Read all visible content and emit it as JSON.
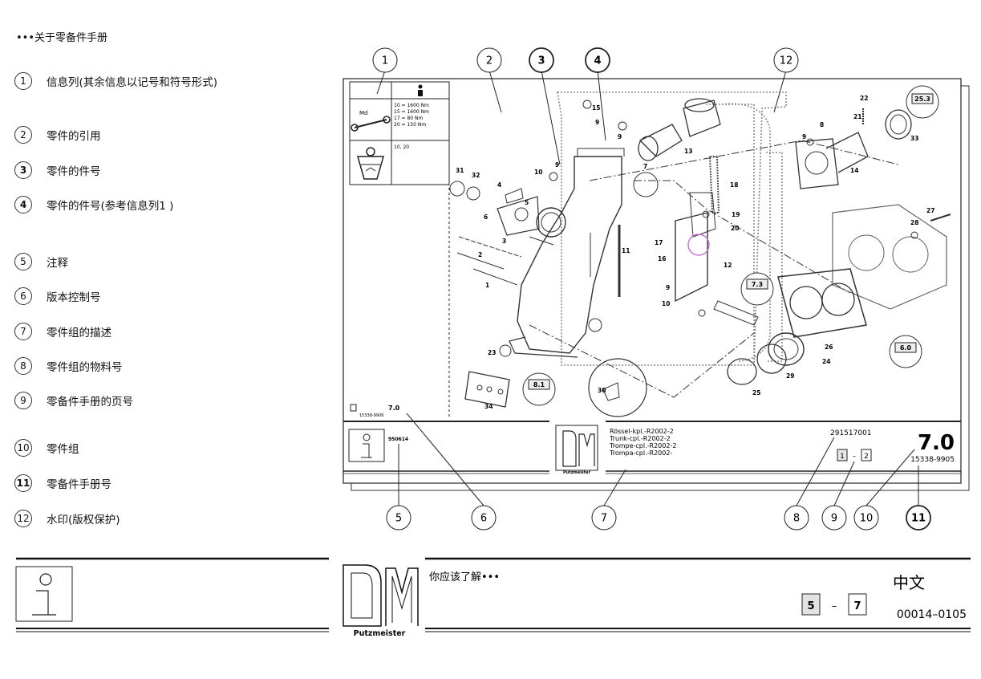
{
  "heading": "•••关于零备件手册",
  "legend": [
    {
      "num": "1",
      "text": "信息列(其余信息以记号和符号形式)",
      "bold": false
    },
    {
      "num": "2",
      "text": "零件的引用",
      "bold": false
    },
    {
      "num": "3",
      "text": "零件的件号",
      "bold": true
    },
    {
      "num": "4",
      "text": "零件的件号(参考信息列1 )",
      "bold": true
    },
    {
      "num": "5",
      "text": "注释",
      "bold": false
    },
    {
      "num": "6",
      "text": "版本控制号",
      "bold": false
    },
    {
      "num": "7",
      "text": "零件组的描述",
      "bold": false
    },
    {
      "num": "8",
      "text": "零件组的物料号",
      "bold": false
    },
    {
      "num": "9",
      "text": "零备件手册的页号",
      "bold": false
    },
    {
      "num": "10",
      "text": "零件组",
      "bold": false
    },
    {
      "num": "11",
      "text": "零备件手册号",
      "bold": true
    },
    {
      "num": "12",
      "text": "水印(版权保护)",
      "bold": false
    }
  ],
  "diagram": {
    "callouts_top": [
      "1",
      "2",
      "3",
      "4",
      "12"
    ],
    "callouts_bottom": [
      "5",
      "6",
      "7",
      "8",
      "9",
      "10",
      "11"
    ],
    "info_md": "Md",
    "torque": [
      "10 = 1600 Nm",
      "15 = 1600 Nm",
      "17 = 80 Nm",
      "20 = 150 Nm"
    ],
    "grease_refs": "10, 20",
    "ref_boxes": [
      "25.3",
      "7.3",
      "6.0",
      "8.1"
    ],
    "version_label": "7.0",
    "version_sub": "15338-9906",
    "note_code": "950614",
    "group_desc": [
      "Rössel-kpl.-R2002-2",
      "Trunk-cpl.-R2002-2",
      "Trompe-cpl.-R2002-2",
      "Trompa-cpl.-R2002-"
    ],
    "material_no": "291517001",
    "page_a": "1",
    "page_sep": "–",
    "page_b": "2",
    "group_no": "7.0",
    "manual_no": "15338-9905",
    "brand": "Putzmeister",
    "part_numbers": [
      "15",
      "9",
      "9",
      "7",
      "13",
      "22",
      "21",
      "8",
      "9",
      "33",
      "14",
      "31",
      "32",
      "10",
      "9",
      "4",
      "6",
      "5",
      "3",
      "2",
      "1",
      "18",
      "19",
      "20",
      "17",
      "16",
      "11",
      "12",
      "9",
      "10",
      "27",
      "28",
      "23",
      "30",
      "34",
      "24",
      "29",
      "26",
      "25"
    ]
  },
  "footer": {
    "intro": "你应该了解•••",
    "language": "中文",
    "page_a": "5",
    "page_sep": "–",
    "page_b": "7",
    "doc_no": "00014–0105",
    "brand": "Putzmeister"
  }
}
